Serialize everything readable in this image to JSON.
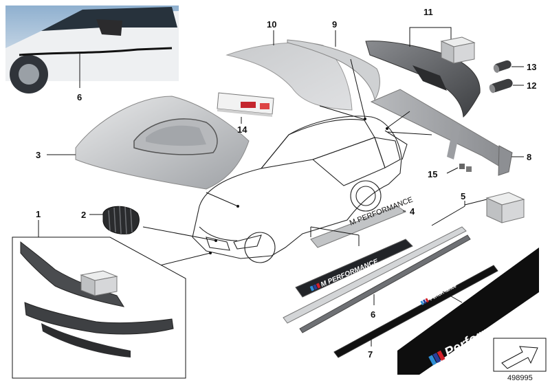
{
  "diagram": {
    "reference_number": "498995",
    "callouts": [
      {
        "id": "c1",
        "text": "1"
      },
      {
        "id": "c2",
        "text": "2"
      },
      {
        "id": "c3",
        "text": "3"
      },
      {
        "id": "c4",
        "text": "4"
      },
      {
        "id": "c5",
        "text": "5"
      },
      {
        "id": "c6a",
        "text": "6"
      },
      {
        "id": "c6b",
        "text": "6"
      },
      {
        "id": "c7",
        "text": "7"
      },
      {
        "id": "c8",
        "text": "8"
      },
      {
        "id": "c9",
        "text": "9"
      },
      {
        "id": "c10",
        "text": "10"
      },
      {
        "id": "c11",
        "text": "11"
      },
      {
        "id": "c12",
        "text": "12"
      },
      {
        "id": "c13",
        "text": "13"
      },
      {
        "id": "c14",
        "text": "14"
      },
      {
        "id": "c15",
        "text": "15"
      }
    ],
    "decals": {
      "sill_plate_text": "M PERFORMANCE",
      "sill_strip_text": "M PERFORMANCE",
      "side_stripe_small_text": "Performance",
      "side_stripe_large_text": "Performance"
    },
    "colors": {
      "part_light": "#d9dadc",
      "part_mid": "#b7b9bc",
      "part_dark": "#6f7276",
      "carbon": "#3a3b3d",
      "decal_black": "#0e0e0e",
      "m_blue_light": "#2f8fd6",
      "m_blue_dark": "#2a3f9a",
      "m_red": "#d2212a"
    }
  }
}
